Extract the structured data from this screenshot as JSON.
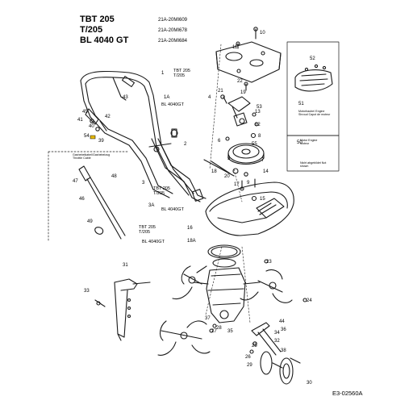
{
  "header": {
    "models": [
      {
        "model": "TBT 205",
        "part": "21A-20MI609"
      },
      {
        "model": "T/205",
        "part": "21A-20MI678"
      },
      {
        "model": "BL 4040 GT",
        "part": "21A-20MI684"
      }
    ]
  },
  "variant_labels": {
    "handle_top": [
      "TBT 205",
      "T/205"
    ],
    "handle_right": "BL 4040GT",
    "bar_mid": [
      "TBT 205",
      "T/205"
    ],
    "bar_mid_bl": "BL 4040GT",
    "shield": [
      "TBT 205",
      "T/205"
    ],
    "shield_bl": "BL 4040GT"
  },
  "callouts": {
    "c1": "1",
    "c1a": "1A",
    "c2": "2",
    "c3": "3",
    "c3a": "3A",
    "c4": "4",
    "c5": "5",
    "c6": "6",
    "c7": "7",
    "c8": "8",
    "c9": "9",
    "c10": "10",
    "c11": "11",
    "c12": "12",
    "c13": "13",
    "c14": "14",
    "c15": "15",
    "c16": "16",
    "c17": "17",
    "c18": "18",
    "c18a": "18A",
    "c19": "19",
    "c20": "20",
    "c21": "21",
    "c22": "22",
    "c23": "23",
    "c24": "24",
    "c25": "25",
    "c26": "26",
    "c27": "27",
    "c28": "28",
    "c29": "29",
    "c30": "30",
    "c31": "31",
    "c32": "32",
    "c33": "33",
    "c34": "34",
    "c35": "35",
    "c36": "36",
    "c37": "37",
    "c38": "38",
    "c39": "39",
    "c40": "40",
    "c41": "41",
    "c42": "42",
    "c43": "43",
    "c44": "44",
    "c45": "45",
    "c46": "46",
    "c47": "47",
    "c48": "48",
    "c49": "49",
    "c50": "50",
    "c51": "51",
    "c52": "52",
    "c53": "53",
    "c54": "54",
    "c55": "55"
  },
  "insets": {
    "throttle": {
      "caption": "Gashebelkabel/Gashebelzug Throttle Cable"
    },
    "shroud": {
      "caption": "Motorhaube/ Engine Shroud Capot de moteur"
    },
    "engine": {
      "caption": "Motor Engine Moteur",
      "note": "Nicht abgebildet Not shown"
    }
  },
  "diagram_code": "E3-02560A",
  "colors": {
    "line": "#1a1a1a",
    "highlight": "#e6b800"
  }
}
